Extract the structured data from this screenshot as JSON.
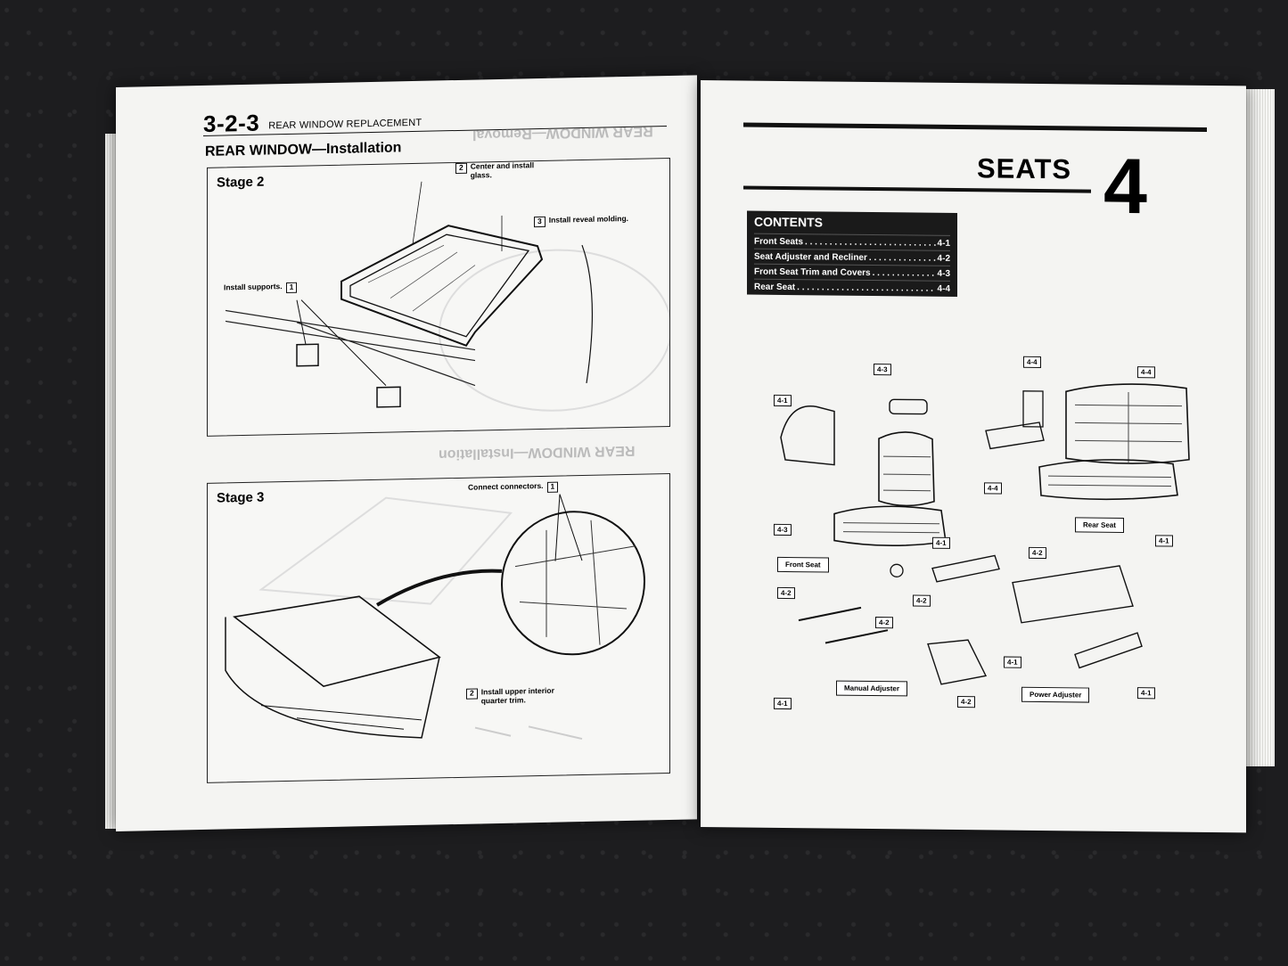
{
  "left_page": {
    "section_number": "3-2-3",
    "section_title": "REAR WINDOW REPLACEMENT",
    "heading": "REAR WINDOW—Installation",
    "ghost_headings": [
      "REAR WINDOW—Removal",
      "REAR WINDOW—Installation"
    ],
    "stage2": {
      "label": "Stage 2",
      "callouts": [
        {
          "num": "2",
          "text": "Center and install glass."
        },
        {
          "num": "3",
          "text": "Install reveal molding."
        },
        {
          "num": "1",
          "text": "Install supports."
        }
      ]
    },
    "stage3": {
      "label": "Stage 3",
      "callouts": [
        {
          "num": "1",
          "text": "Connect connectors."
        },
        {
          "num": "2",
          "text": "Install upper interior quarter trim."
        }
      ]
    }
  },
  "right_page": {
    "title": "SEATS",
    "chapter": "4",
    "contents": {
      "heading": "CONTENTS",
      "items": [
        {
          "title": "Front Seats",
          "page": "4-1"
        },
        {
          "title": "Seat Adjuster and Recliner",
          "page": "4-2"
        },
        {
          "title": "Front Seat Trim and Covers",
          "page": "4-3"
        },
        {
          "title": "Rear Seat",
          "page": "4-4"
        }
      ]
    },
    "diagram_labels": {
      "front_seat": "Front Seat",
      "rear_seat": "Rear Seat",
      "manual_adjuster": "Manual Adjuster",
      "power_adjuster": "Power Adjuster"
    },
    "tags": [
      "4-1",
      "4-3",
      "4-4",
      "4-4",
      "4-4",
      "4-3",
      "4-1",
      "4-2",
      "4-1",
      "4-2",
      "4-2",
      "4-2",
      "4-1",
      "4-1",
      "4-2",
      "4-1"
    ]
  }
}
